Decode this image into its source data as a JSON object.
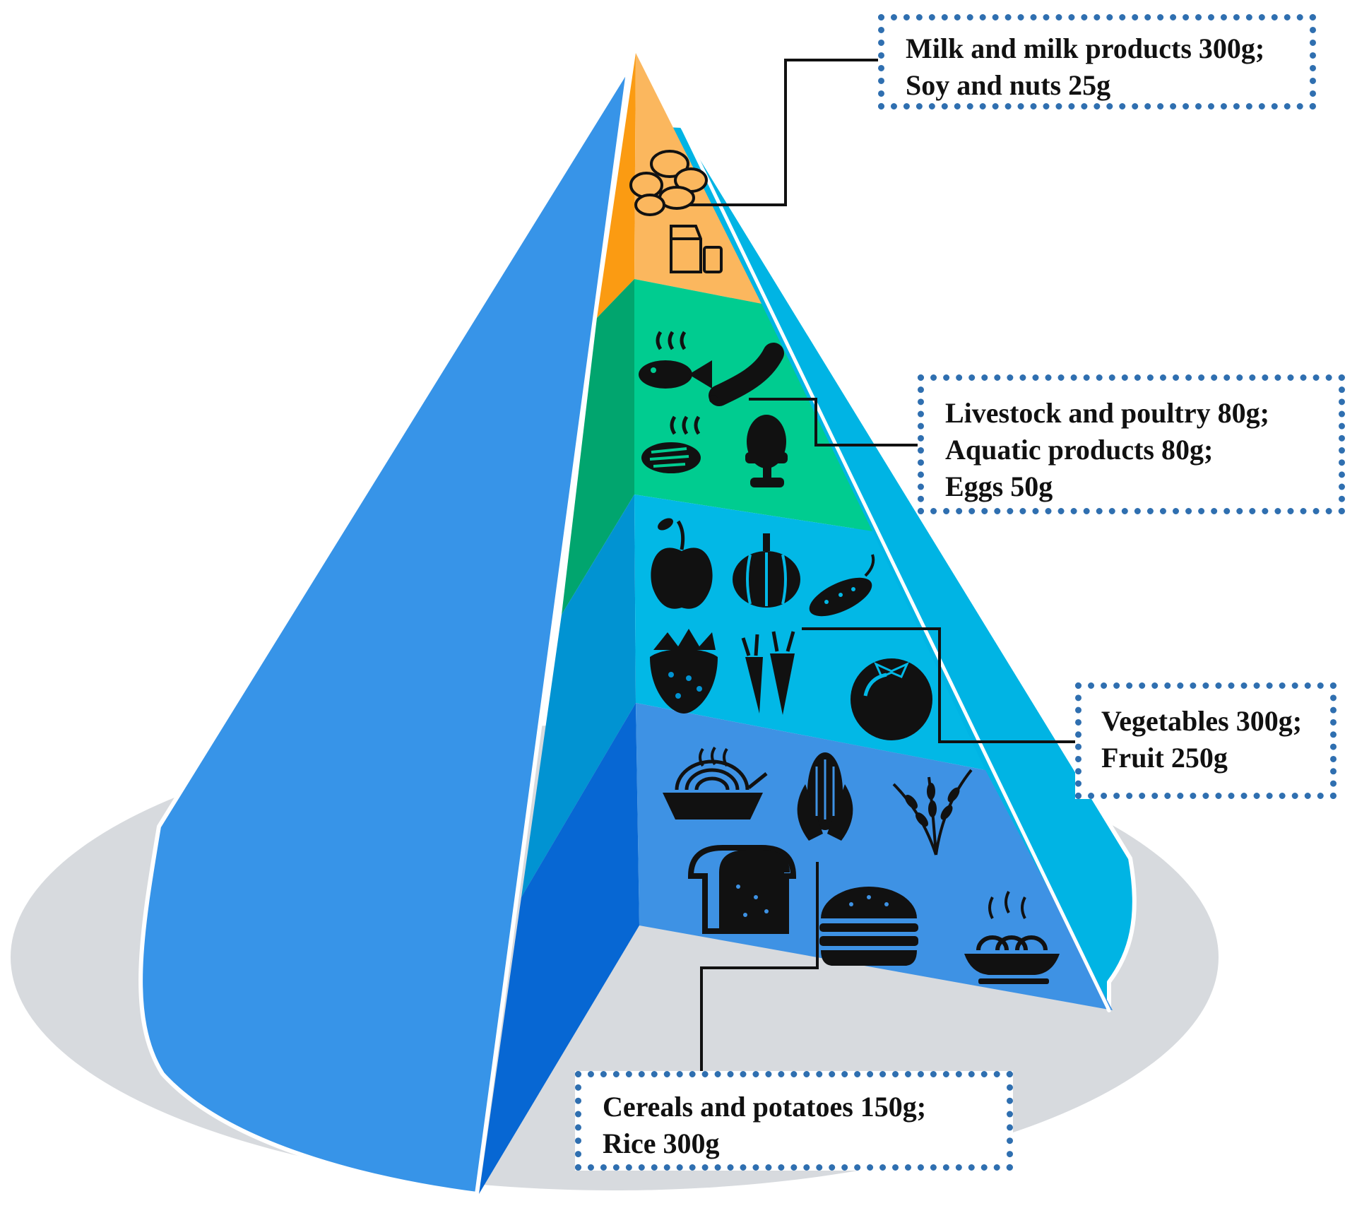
{
  "colors": {
    "dairy_tier": "#fbb75e",
    "dairy_tier_side": "#fb9b12",
    "protein_tier": "#00cc90",
    "protein_tier_side": "#01a56e",
    "produce_tier": "#02b8e6",
    "produce_tier_side": "#0193d2",
    "cereal_tier": "#3e92e4",
    "cereal_tier_side": "#0767d3",
    "cone_body": "#3794e8",
    "right_slope": "#00b4e4",
    "base_ellipse": "#d7dade",
    "callout_border": "#2f6fb0",
    "icons": "#111111"
  },
  "callouts": {
    "dairy": {
      "line1": "Milk and milk products 300g;",
      "line2": "Soy and nuts 25g"
    },
    "protein": {
      "line1": "Livestock and poultry 80g;",
      "line2": "Aquatic products 80g;",
      "line3": "Eggs 50g"
    },
    "produce": {
      "line1": "Vegetables 300g;",
      "line2": "Fruit 250g"
    },
    "cereals": {
      "line1": "Cereals and potatoes 150g;",
      "line2": "Rice 300g"
    }
  },
  "icons": {
    "dairy": [
      "potatoes-icon",
      "milk-carton-icon"
    ],
    "protein": [
      "fish-icon",
      "sausage-icon",
      "steak-icon",
      "egg-cup-icon"
    ],
    "produce": [
      "apple-icon",
      "pumpkin-icon",
      "cucumber-icon",
      "strawberry-icon",
      "carrot-icon",
      "tomato-icon"
    ],
    "cereals": [
      "noodle-bowl-icon",
      "corn-icon",
      "wheat-icon",
      "bread-icon",
      "burger-icon",
      "pasta-icon"
    ]
  }
}
